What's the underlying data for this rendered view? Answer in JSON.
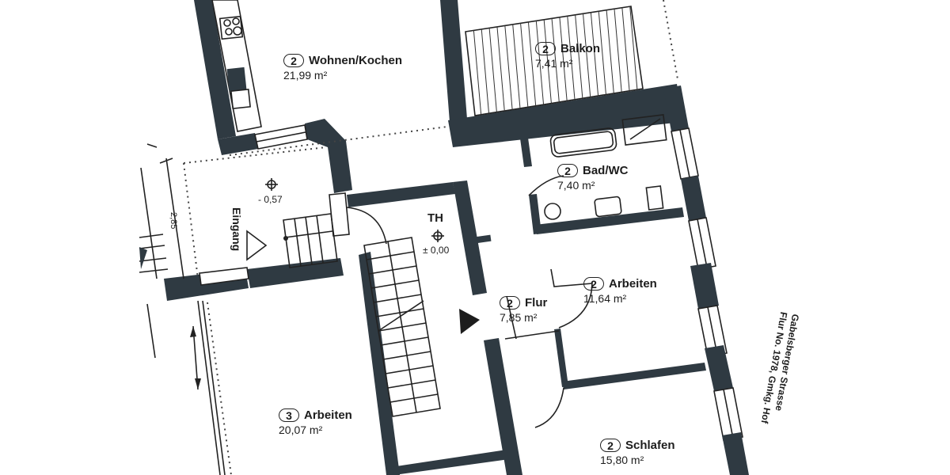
{
  "plan": {
    "rooms": [
      {
        "id": "wohnen-kochen",
        "badge": "2",
        "name": "Wohnen/Kochen",
        "area": "21,99 m²"
      },
      {
        "id": "balkon",
        "badge": "2",
        "name": "Balkon",
        "area": "7,41 m²"
      },
      {
        "id": "bad-wc",
        "badge": "2",
        "name": "Bad/WC",
        "area": "7,40 m²"
      },
      {
        "id": "flur",
        "badge": "2",
        "name": "Flur",
        "area": "7,85 m²"
      },
      {
        "id": "arbeiten-small",
        "badge": "2",
        "name": "Arbeiten",
        "area": "11,64 m²"
      },
      {
        "id": "arbeiten-large",
        "badge": "3",
        "name": "Arbeiten",
        "area": "20,07 m²"
      },
      {
        "id": "schlafen",
        "badge": "2",
        "name": "Schlafen",
        "area": "15,80 m²"
      }
    ],
    "stairwell": {
      "label": "TH",
      "elevation": "± 0,00"
    },
    "entrance": {
      "label": "Eingang",
      "elevation": "- 0,57"
    },
    "dimension": {
      "value": "2,85"
    },
    "street": {
      "line1": "Gabelsberger Strasse",
      "line2": "Flur No. 1978, Gmkg. Hof"
    },
    "colors": {
      "wall": "#2f3a42",
      "line": "#222222",
      "background": "#ffffff"
    }
  }
}
